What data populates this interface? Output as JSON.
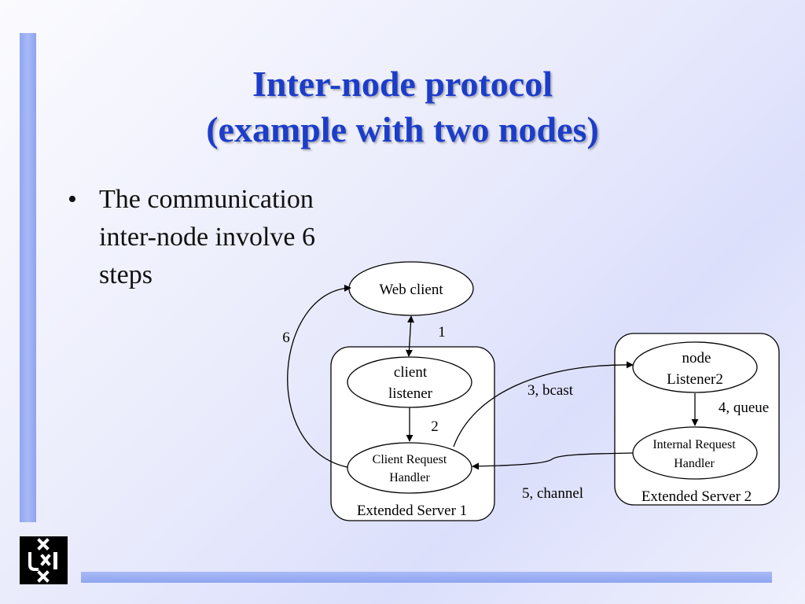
{
  "slide": {
    "title_line1": "Inter-node protocol",
    "title_line2": "(example with two nodes)",
    "bullet_marker": "•",
    "bullet_text": "The communication inter-node involve 6 steps"
  },
  "diagram": {
    "nodes": {
      "web_client": "Web client",
      "client_listener_line1": "client",
      "client_listener_line2": "listener",
      "client_request_handler_line1": "Client Request",
      "client_request_handler_line2": "Handler",
      "node_listener2_line1": "node",
      "node_listener2_line2": "Listener2",
      "internal_request_handler_line1": "Internal Request",
      "internal_request_handler_line2": "Handler"
    },
    "groups": {
      "server1": "Extended Server 1",
      "server2": "Extended Server 2"
    },
    "edges": {
      "step1": "1",
      "step2": "2",
      "step3": "3, bcast",
      "step4": "4, queue",
      "step5": "5, channel",
      "step6": "6"
    }
  },
  "colors": {
    "title": "#1c3dc9",
    "accent_bar": "#9bb0f4"
  },
  "icons": {
    "logo": "uva-logo-icon"
  }
}
